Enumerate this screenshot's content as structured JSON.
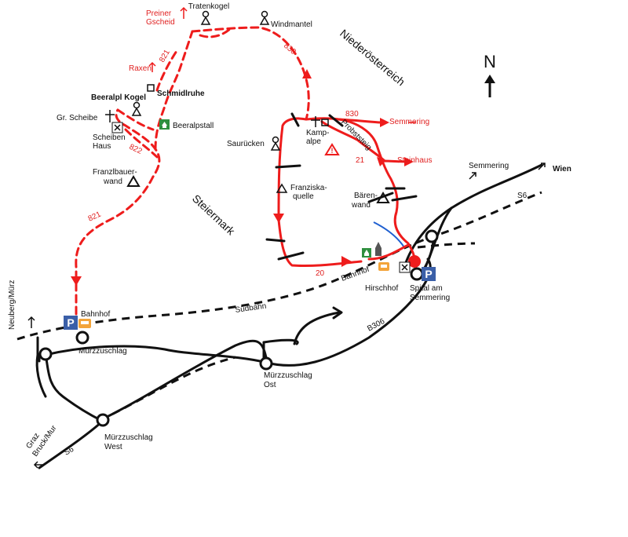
{
  "map": {
    "north_label": "N",
    "regions": {
      "noe": "Niederösterreich",
      "stmk": "Steiermark"
    },
    "peaks": {
      "tratenkogel": "Tratenkogel",
      "windmantel": "Windmantel",
      "schmidlruhe": "Schmidlruhe",
      "beeralpl": "Beeralpl Kogel",
      "grscheibe": "Gr. Scheibe",
      "saurucken": "Saurücken",
      "franzlbauer1": "Franzlbauer-",
      "franzlbauer2": "wand",
      "baren1": "Bären-",
      "baren2": "wand"
    },
    "places": {
      "beeralpstall": "Beeralpstall",
      "scheiben1": "Scheiben",
      "scheiben2": "Haus",
      "kamp1": "Kamp-",
      "kamp2": "alpe",
      "franziska1": "Franziska-",
      "franziska2": "quelle",
      "hirschhof": "Hirschhof",
      "spital1": "Spital am",
      "spital2": "Semmering",
      "bahnhof_mz": "Bahnhof",
      "bahnhof_sp": "Bahnhof",
      "mz": "Mürzzuschlag",
      "mzost1": "Mürzzuschlag",
      "mzost2": "Ost",
      "mzwest1": "Mürzzuschlag",
      "mzwest2": "West",
      "parking": "P"
    },
    "destinations": {
      "preiner1": "Preiner",
      "preiner2": "Gscheid",
      "raxen": "Raxen",
      "semmering_red": "Semmering",
      "steinhaus": "Steinhaus",
      "semmering_black": "Semmering",
      "wien": "Wien",
      "neuberg": "Neuberg/Mürz",
      "graz1": "Graz",
      "graz2": "Bruck/Mur"
    },
    "routes": {
      "r830a": "830",
      "r830b": "830",
      "r821a": "821",
      "r821b": "821",
      "r822": "822",
      "r21": "21",
      "r20": "20",
      "probststeig": "Probststeig"
    },
    "roads": {
      "sudbahn": "Südbahn",
      "b306": "B306",
      "s6a": "S6",
      "s6b": "S6",
      "bahnhof_line": "Bahnhof"
    },
    "colors": {
      "trail": "#ee1c1c",
      "parking": "#3a5fa8",
      "hut": "#2f8f3f",
      "bahnhof_icon": "#f3a43a",
      "river": "#1f5fd0"
    }
  }
}
